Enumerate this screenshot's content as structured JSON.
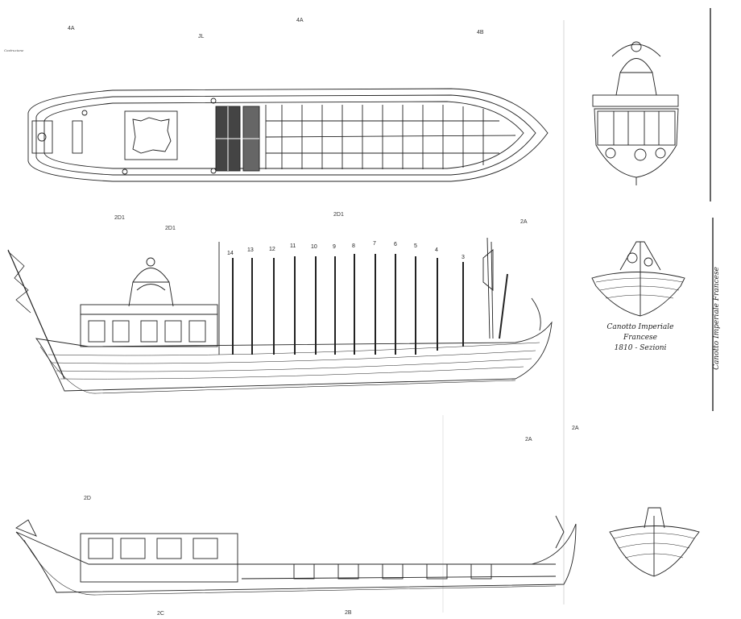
{
  "sheet": {
    "section_labels": [
      "4A",
      "4A",
      "JL",
      "4B",
      "2D1",
      "2D1",
      "2D1",
      "2A",
      "2A",
      "2A",
      "2D",
      "2C",
      "2B"
    ],
    "oar_numbers": [
      "14",
      "13",
      "12",
      "11",
      "10",
      "9",
      "8",
      "7",
      "6",
      "5",
      "4",
      "3"
    ],
    "title_lines": [
      "Canotto Imperiale",
      "Francese",
      "1810 - Sezioni"
    ],
    "vertical_title": "Canotto Imperiale Francese",
    "notes": [
      "Costruzione"
    ]
  }
}
